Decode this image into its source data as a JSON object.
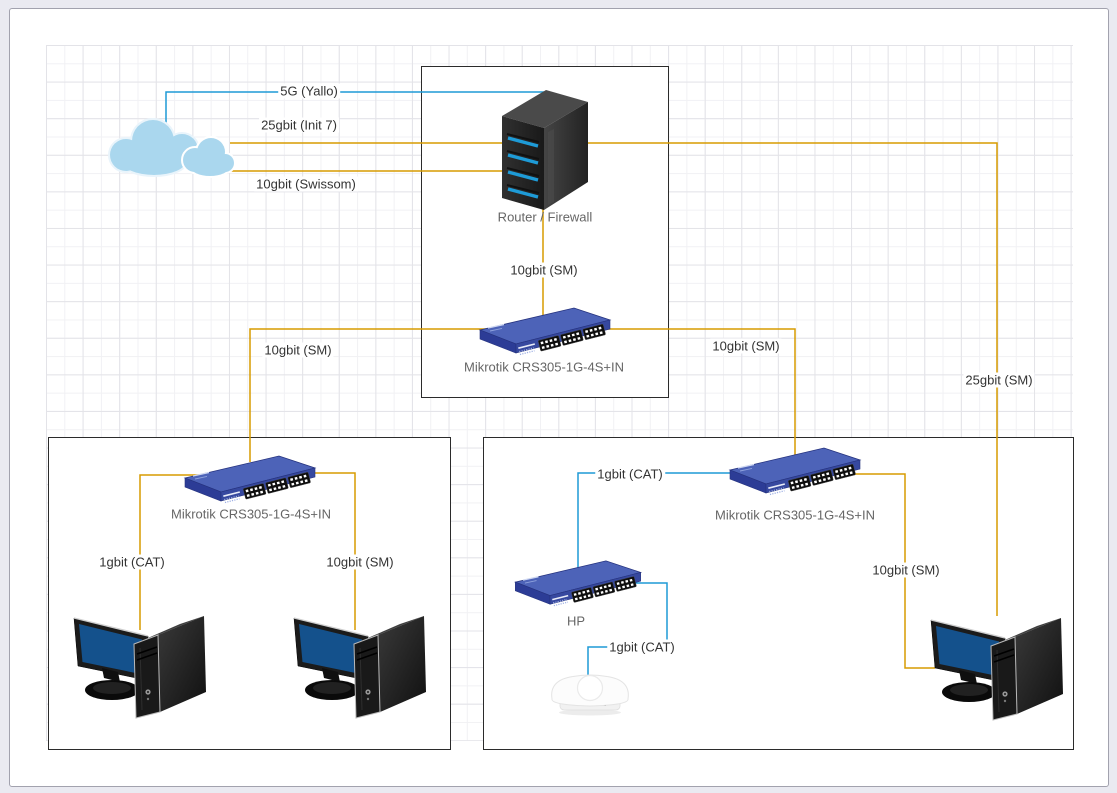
{
  "canvas": {
    "background": "#eaeaf1",
    "page_fill": "#ffffff",
    "grid": "on"
  },
  "colors": {
    "orange": "#d79b00",
    "blue": "#1f9ad6",
    "box_border": "#2b2b2b",
    "link_label_text": "#333333",
    "device_label_text": "#666666",
    "cloud_fill": "#aad7ee",
    "switch_blue": "#3b4fa8",
    "screen_blue": "#14518c"
  },
  "nodes": {
    "cloud": {
      "type": "internet-cloud",
      "label": ""
    },
    "router": {
      "type": "server-tower",
      "label": "Router / Firewall"
    },
    "core_switch": {
      "type": "switch",
      "label": "Mikrotik CRS305-1G-4S+IN"
    },
    "left_switch": {
      "type": "switch",
      "label": "Mikrotik CRS305-1G-4S+IN"
    },
    "right_switch": {
      "type": "switch",
      "label": "Mikrotik CRS305-1G-4S+IN"
    },
    "hp_switch": {
      "type": "switch",
      "label": "HP"
    },
    "pc_left_1": {
      "type": "workstation",
      "label": ""
    },
    "pc_left_2": {
      "type": "workstation",
      "label": ""
    },
    "pc_right": {
      "type": "workstation",
      "label": ""
    },
    "access_point": {
      "type": "wireless-access-point",
      "label": ""
    }
  },
  "links": {
    "cloud_5g": {
      "label": "5G (Yallo)",
      "color": "blue",
      "from": "cloud",
      "to": "router"
    },
    "cloud_init7": {
      "label": "25gbit (Init 7)",
      "color": "orange",
      "from": "cloud",
      "to": "router"
    },
    "cloud_swisscom": {
      "label": "10gbit (Swissom)",
      "color": "orange",
      "from": "cloud",
      "to": "router"
    },
    "router_core": {
      "label": "10gbit (SM)",
      "color": "orange",
      "from": "router",
      "to": "core_switch"
    },
    "core_left": {
      "label": "10gbit (SM)",
      "color": "orange",
      "from": "core_switch",
      "to": "left_switch"
    },
    "core_right": {
      "label": "10gbit (SM)",
      "color": "orange",
      "from": "core_switch",
      "to": "right_switch"
    },
    "router_pc_right": {
      "label": "25gbit (SM)",
      "color": "orange",
      "from": "router",
      "to": "pc_right"
    },
    "left_pc1": {
      "label": "1gbit (CAT)",
      "color": "orange",
      "from": "left_switch",
      "to": "pc_left_1"
    },
    "left_pc2": {
      "label": "10gbit (SM)",
      "color": "orange",
      "from": "left_switch",
      "to": "pc_left_2"
    },
    "right_hp": {
      "label": "1gbit (CAT)",
      "color": "blue",
      "from": "right_switch",
      "to": "hp_switch"
    },
    "hp_ap": {
      "label": "1gbit (CAT)",
      "color": "blue",
      "from": "hp_switch",
      "to": "access_point"
    },
    "right_pc3": {
      "label": "10gbit (SM)",
      "color": "orange",
      "from": "right_switch",
      "to": "pc_right"
    }
  }
}
